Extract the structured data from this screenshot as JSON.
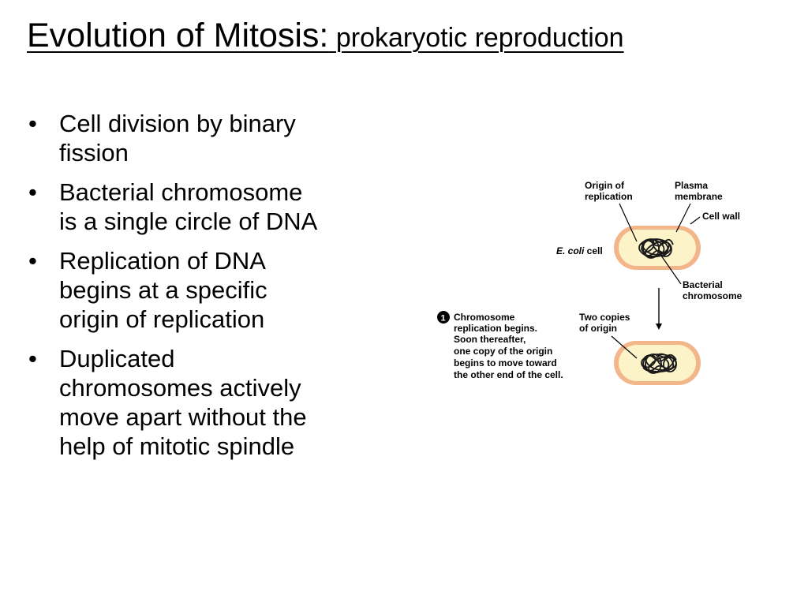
{
  "slide": {
    "title_main": "Evolution of Mitosis:",
    "title_sub": " prokaryotic reproduction",
    "bullets": [
      [
        "Cell division by binary",
        "fission"
      ],
      [
        "Bacterial chromosome",
        "is a single circle of DNA"
      ],
      [
        "Replication of DNA",
        "begins at a specific",
        "origin of replication"
      ],
      [
        "Duplicated",
        "chromosomes actively",
        "move apart without the",
        "help of mitotic spindle"
      ]
    ],
    "bullet_char": "•"
  },
  "figure": {
    "origin_label": [
      "Origin of",
      "replication"
    ],
    "plasma_label": [
      "Plasma",
      "membrane"
    ],
    "cellwall_label": "Cell wall",
    "ecoli_label_italic": "E. coli",
    "ecoli_label_rest": " cell",
    "chromosome_label": [
      "Bacterial",
      "chromosome"
    ],
    "step_number": "1",
    "step_text": [
      "Chromosome",
      "replication begins.",
      "Soon thereafter,",
      "one copy of the origin",
      "begins to move toward",
      "the other end of the cell."
    ],
    "two_copies_label": [
      "Two copies",
      "of origin"
    ],
    "colors": {
      "cell_wall": "#f3b58a",
      "cell_fill": "#fdf3c8",
      "dna": "#1a1a1a"
    }
  }
}
